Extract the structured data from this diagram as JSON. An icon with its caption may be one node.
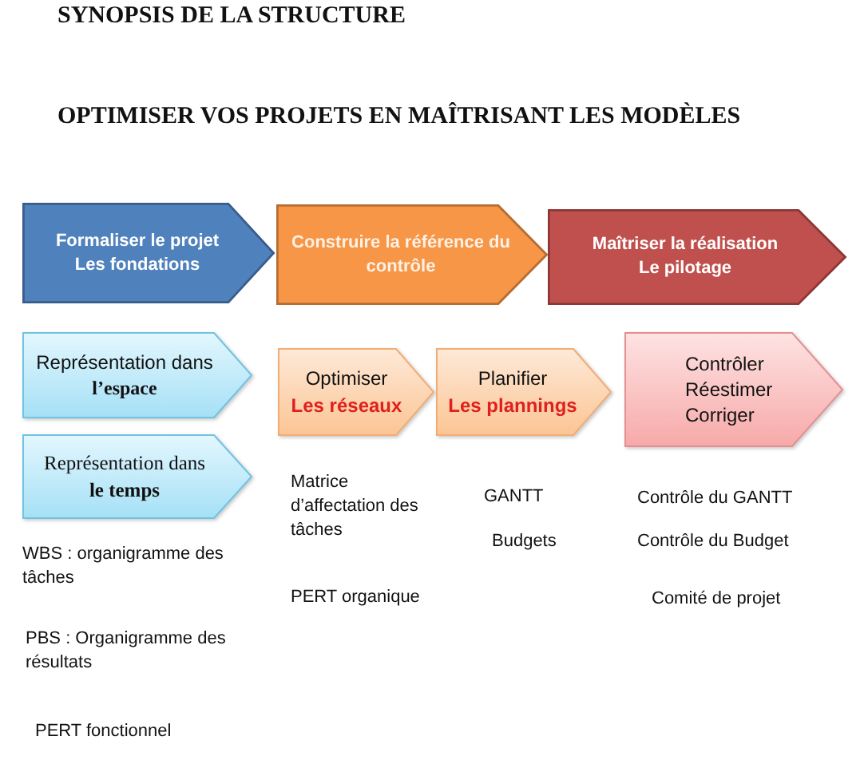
{
  "diagram": {
    "title": "SYNOPSIS DE LA STRUCTURE",
    "nodes": [
      {
        "text": [
          "Formaliser le projet",
          "Les fondations"
        ]
      },
      {
        "text": [
          "Construire la référence du contrôle"
        ]
      },
      {
        "text": [
          "Maîtriser la réalisation",
          "Le pilotage"
        ]
      },
      {
        "text": [
          "Représentation dans **l’espace**"
        ]
      },
      {
        "text": [
          "Représentation dans **le temps**"
        ]
      },
      {
        "text": [
          "Optimiser",
          "Les réseaux"
        ]
      },
      {
        "text": [
          "Planifier",
          "Les plannings"
        ]
      },
      {
        "text": [
          "Contrôler",
          "Réestimer",
          "Corriger"
        ]
      }
    ],
    "labels": [
      "OPTIMISER VOS PROJETS EN MAÎTRISANT LES MODÈLES",
      "WBS : organigramme des tâches",
      "PBS : Organigramme des résultats",
      "PERT fonctionnel",
      "Matrice d’affectation des tâches",
      "PERT organique",
      "GANTT",
      "Budgets",
      "Contrôle du GANTT",
      "Contrôle du Budget",
      "Comité de projet"
    ]
  }
}
